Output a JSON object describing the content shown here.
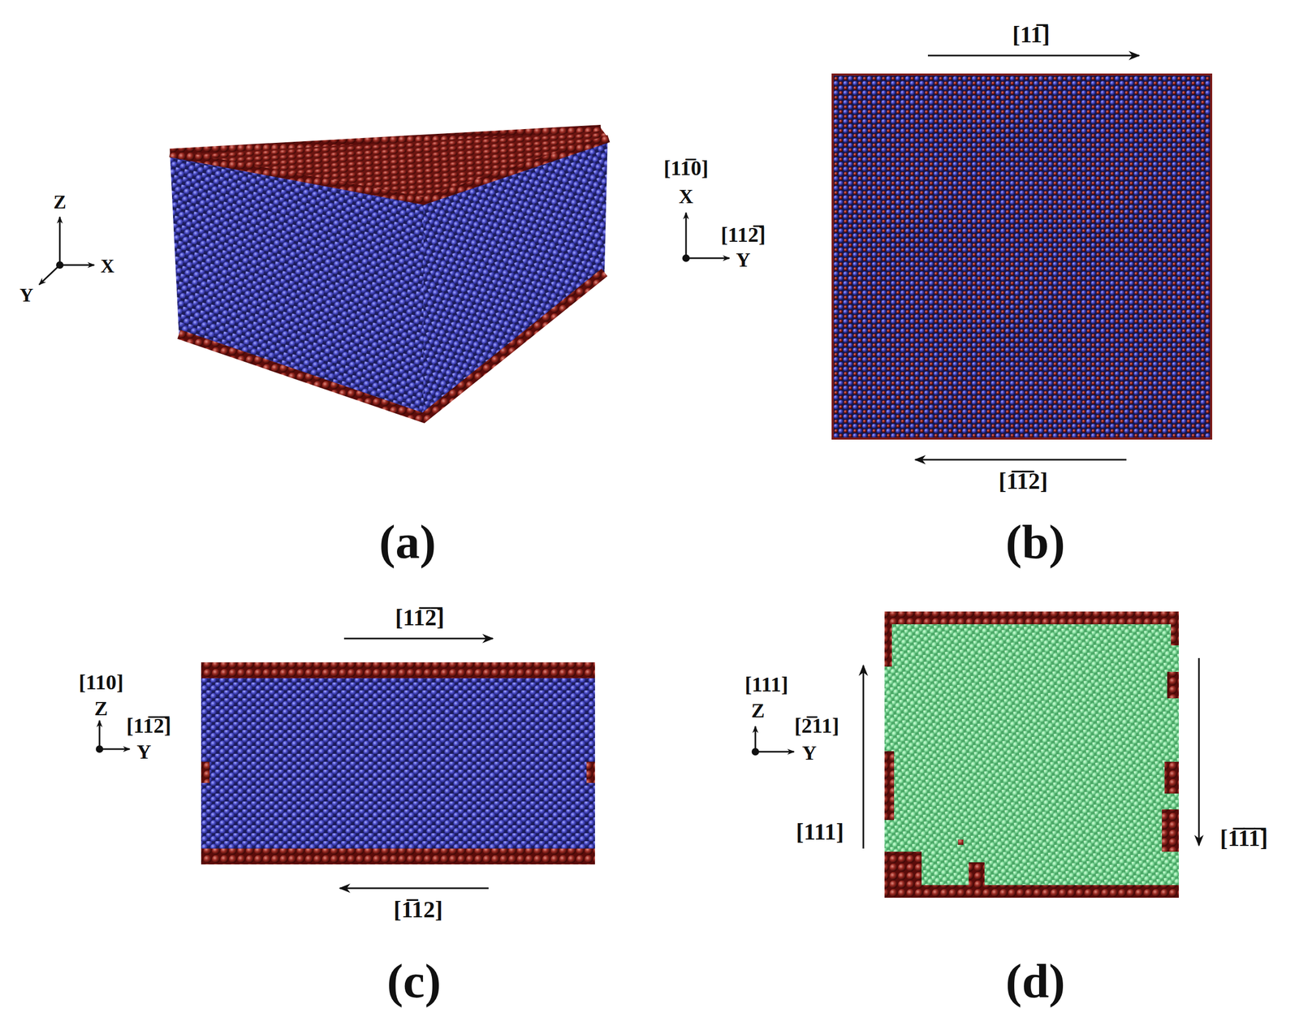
{
  "diagram": {
    "labels": [
      "Z",
      "X",
      "Y",
      "[11̅]",
      "[11̅0]",
      "X",
      "[112̅]",
      "Y",
      "[1̅1̅2]",
      "(a)",
      "(b)",
      "[11̅2̅]",
      "[110]",
      "Z",
      "[11̅2̅]",
      "Y",
      "[1̅12]",
      "[111]",
      "Z",
      "[2̅11]",
      "Y",
      "[111]",
      "[1̅1̅1̅]",
      "(c)",
      "(d)"
    ]
  }
}
